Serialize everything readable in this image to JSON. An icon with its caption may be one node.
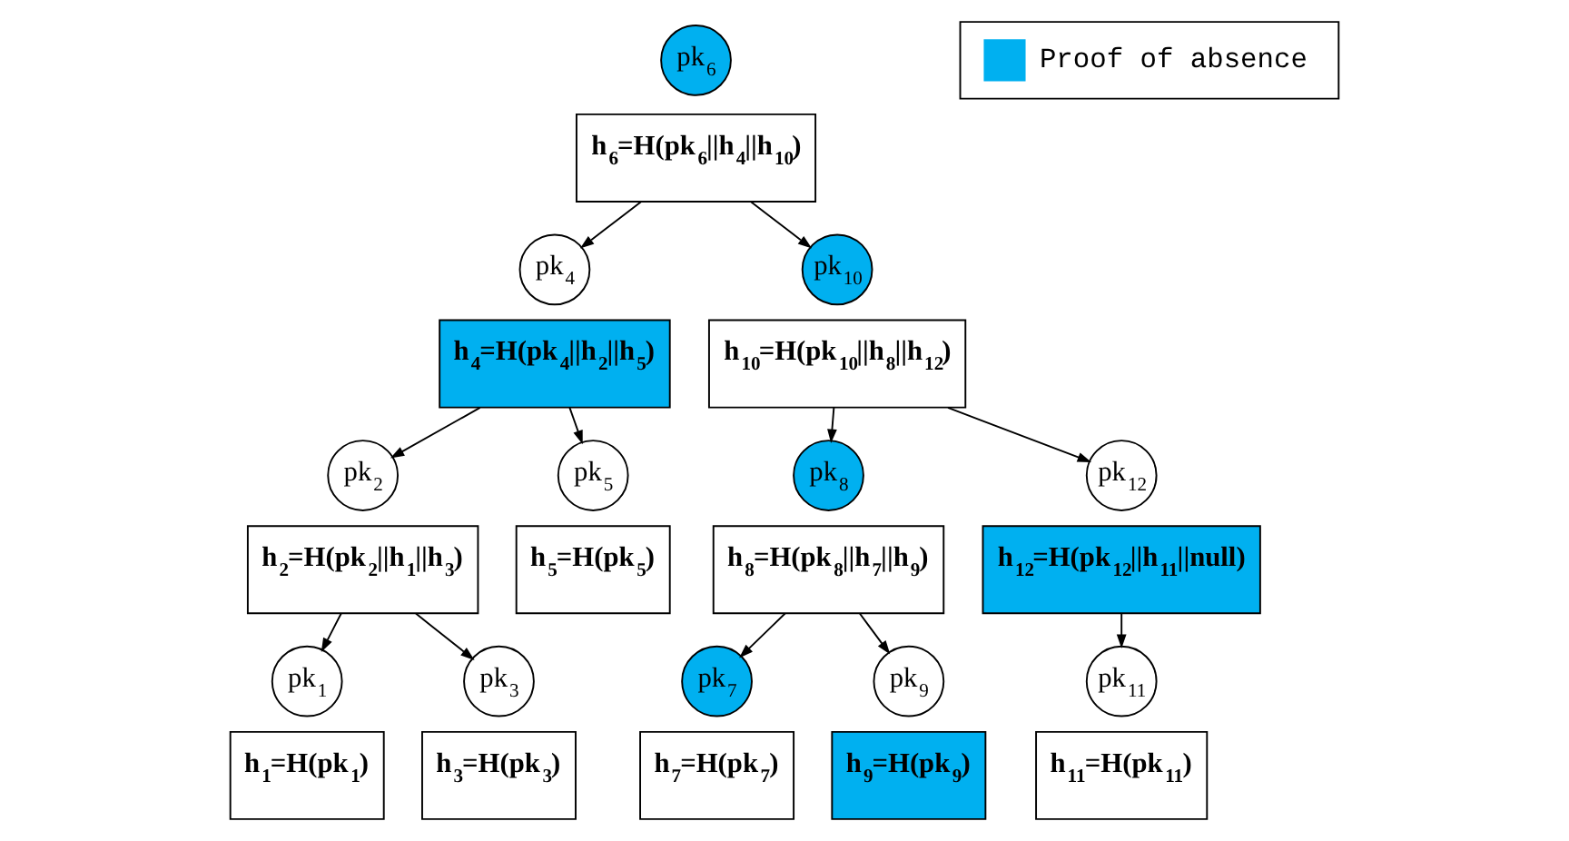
{
  "diagram": {
    "nodes": [
      {
        "text": [
          "pk$_{6}$"
        ]
      },
      {
        "text": [
          "h$_{6}$=H(pk$_{6}$||h$_{4}$||h$_{10}$)"
        ]
      },
      {
        "text": [
          "pk$_{4}$"
        ]
      },
      {
        "text": [
          "h$_{4}$=H(pk$_{4}$||h$_{2}$||h$_{5}$)"
        ]
      },
      {
        "text": [
          "pk$_{10}$"
        ]
      },
      {
        "text": [
          "h$_{10}$=H(pk$_{10}$||h$_{8}$||h$_{12}$)"
        ]
      },
      {
        "text": [
          "pk$_{2}$"
        ]
      },
      {
        "text": [
          "h$_{2}$=H(pk$_{2}$||h$_{1}$||h$_{3}$)"
        ]
      },
      {
        "text": [
          "pk$_{5}$"
        ]
      },
      {
        "text": [
          "h$_{5}$=H(pk$_{5}$)"
        ]
      },
      {
        "text": [
          "pk$_{8}$"
        ]
      },
      {
        "text": [
          "h$_{8}$=H(pk$_{8}$||h$_{7}$||h$_{9}$)"
        ]
      },
      {
        "text": [
          "pk$_{12}$"
        ]
      },
      {
        "text": [
          "h$_{12}$=H(pk$_{12}$||h$_{11}$||null)"
        ]
      },
      {
        "text": [
          "pk$_{1}$"
        ]
      },
      {
        "text": [
          "h$_{1}$=H(pk$_{1}$)"
        ]
      },
      {
        "text": [
          "pk$_{3}$"
        ]
      },
      {
        "text": [
          "h$_{3}$=H(pk$_{3}$)"
        ]
      },
      {
        "text": [
          "pk$_{7}$"
        ]
      },
      {
        "text": [
          "h$_{7}$=H(pk$_{7}$)"
        ]
      },
      {
        "text": [
          "pk$_{9}$"
        ]
      },
      {
        "text": [
          "h$_{9}$=H(pk$_{9}$)"
        ]
      },
      {
        "text": [
          "pk$_{11}$"
        ]
      },
      {
        "text": [
          "h$_{11}$=H(pk$_{11}$)"
        ]
      }
    ],
    "edges": [
      {
        "from": 1,
        "to": 2,
        "arrow": "to"
      },
      {
        "from": 1,
        "to": 4,
        "arrow": "to"
      },
      {
        "from": 3,
        "to": 6,
        "arrow": "to"
      },
      {
        "from": 3,
        "to": 8,
        "arrow": "to"
      },
      {
        "from": 5,
        "to": 10,
        "arrow": "to"
      },
      {
        "from": 5,
        "to": 12,
        "arrow": "to"
      },
      {
        "from": 7,
        "to": 14,
        "arrow": "to"
      },
      {
        "from": 7,
        "to": 16,
        "arrow": "to"
      },
      {
        "from": 11,
        "to": 18,
        "arrow": "to"
      },
      {
        "from": 11,
        "to": 20,
        "arrow": "to"
      },
      {
        "from": 13,
        "to": 22,
        "arrow": "to"
      }
    ],
    "legend": [
      {
        "text": "Proof of absence",
        "color": "#00b0f0"
      }
    ]
  }
}
